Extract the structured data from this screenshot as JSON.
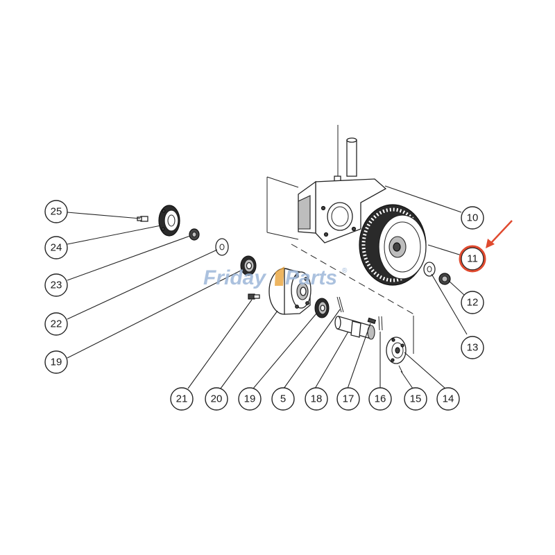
{
  "watermark": {
    "text_left": "Friday",
    "text_right": "Parts",
    "registered": "®"
  },
  "callouts": [
    {
      "id": "c25",
      "label": "25"
    },
    {
      "id": "c24",
      "label": "24"
    },
    {
      "id": "c23",
      "label": "23"
    },
    {
      "id": "c22",
      "label": "22"
    },
    {
      "id": "c19a",
      "label": "19"
    },
    {
      "id": "c21",
      "label": "21"
    },
    {
      "id": "c20",
      "label": "20"
    },
    {
      "id": "c19b",
      "label": "19"
    },
    {
      "id": "c5",
      "label": "5"
    },
    {
      "id": "c18",
      "label": "18"
    },
    {
      "id": "c17",
      "label": "17"
    },
    {
      "id": "c16",
      "label": "16"
    },
    {
      "id": "c15",
      "label": "15"
    },
    {
      "id": "c14",
      "label": "14"
    },
    {
      "id": "c10",
      "label": "10"
    },
    {
      "id": "c11",
      "label": "11"
    },
    {
      "id": "c12",
      "label": "12"
    },
    {
      "id": "c13",
      "label": "13"
    }
  ],
  "highlight": {
    "label": "11",
    "color": "#e04a2f"
  },
  "colors": {
    "line": "#222222",
    "watermark": "#9db7d9",
    "highlight": "#e04a2f"
  }
}
